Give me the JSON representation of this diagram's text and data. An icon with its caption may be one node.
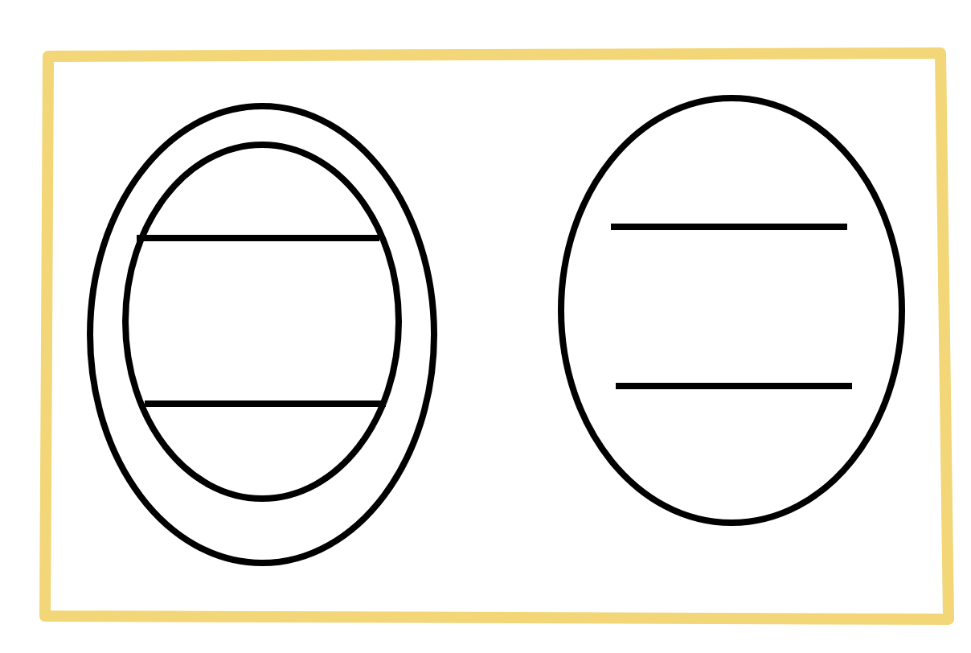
{
  "diagram": {
    "nodes": [
      {
        "text": [],
        "shape": "ellipse"
      },
      {
        "text": [],
        "shape": "ellipse",
        "in": 0
      },
      {
        "text": [],
        "shape": "ellipse"
      }
    ]
  }
}
